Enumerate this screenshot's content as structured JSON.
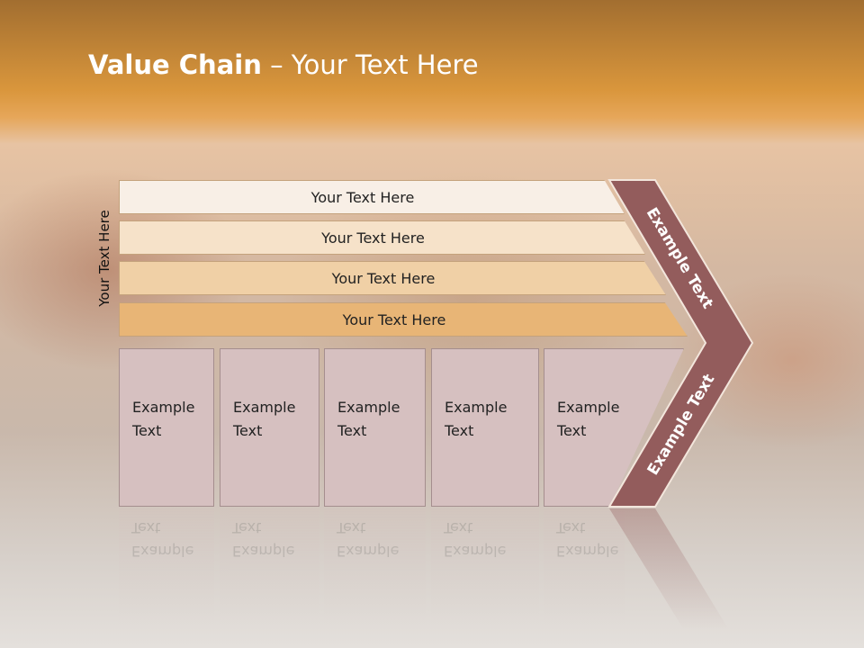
{
  "title": {
    "bold": "Value Chain",
    "rest": " – Your Text Here"
  },
  "side_label": "Your Text Here",
  "bars": [
    {
      "label": "Your Text Here",
      "color": "#f8efe6"
    },
    {
      "label": "Your Text Here",
      "color": "#f6e2c9"
    },
    {
      "label": "Your Text Here",
      "color": "#f0d0a6"
    },
    {
      "label": "Your Text Here",
      "color": "#e8b576"
    }
  ],
  "columns": [
    {
      "line1": "Example",
      "line2": "Text"
    },
    {
      "line1": "Example",
      "line2": "Text"
    },
    {
      "line1": "Example",
      "line2": "Text"
    },
    {
      "line1": "Example",
      "line2": "Text"
    },
    {
      "line1": "Example",
      "line2": "Text"
    }
  ],
  "arrow_top_label": "Example Text",
  "arrow_bottom_label": "Example Text",
  "colors": {
    "arrow": "#935c5c",
    "column": "#d6c0c0",
    "title": "#ffffff"
  }
}
